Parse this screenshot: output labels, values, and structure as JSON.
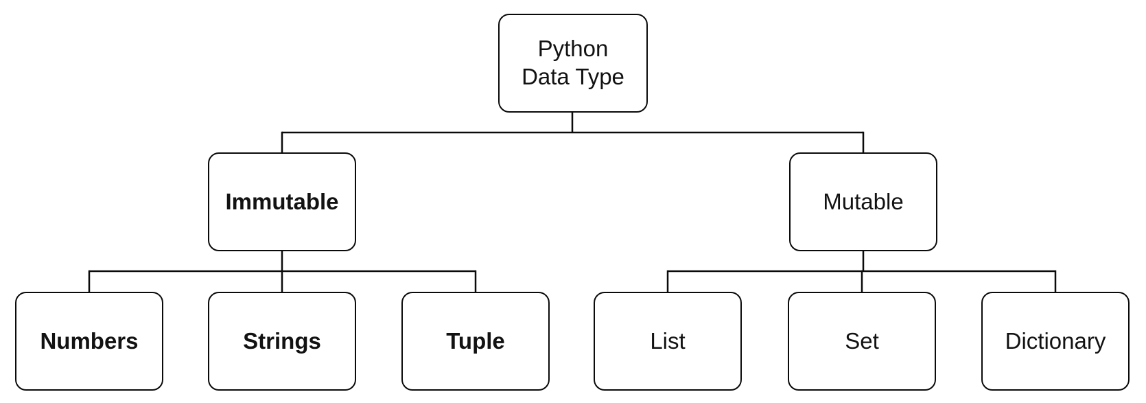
{
  "diagram": {
    "type": "tree-hierarchy",
    "colors": {
      "background": "#ffffff",
      "stroke": "#0a0a0a",
      "text": "#121212"
    },
    "nodes": {
      "root": {
        "label": "Python\nData Type",
        "emphasis": "regular",
        "parent": null
      },
      "immutable": {
        "label": "Immutable",
        "emphasis": "bold",
        "parent": "root"
      },
      "mutable": {
        "label": "Mutable",
        "emphasis": "regular",
        "parent": "root"
      },
      "numbers": {
        "label": "Numbers",
        "emphasis": "bold",
        "parent": "immutable"
      },
      "strings": {
        "label": "Strings",
        "emphasis": "bold",
        "parent": "immutable"
      },
      "tuple": {
        "label": "Tuple",
        "emphasis": "bold",
        "parent": "immutable"
      },
      "list": {
        "label": "List",
        "emphasis": "regular",
        "parent": "mutable"
      },
      "set": {
        "label": "Set",
        "emphasis": "regular",
        "parent": "mutable"
      },
      "dictionary": {
        "label": "Dictionary",
        "emphasis": "regular",
        "parent": "mutable"
      }
    }
  }
}
